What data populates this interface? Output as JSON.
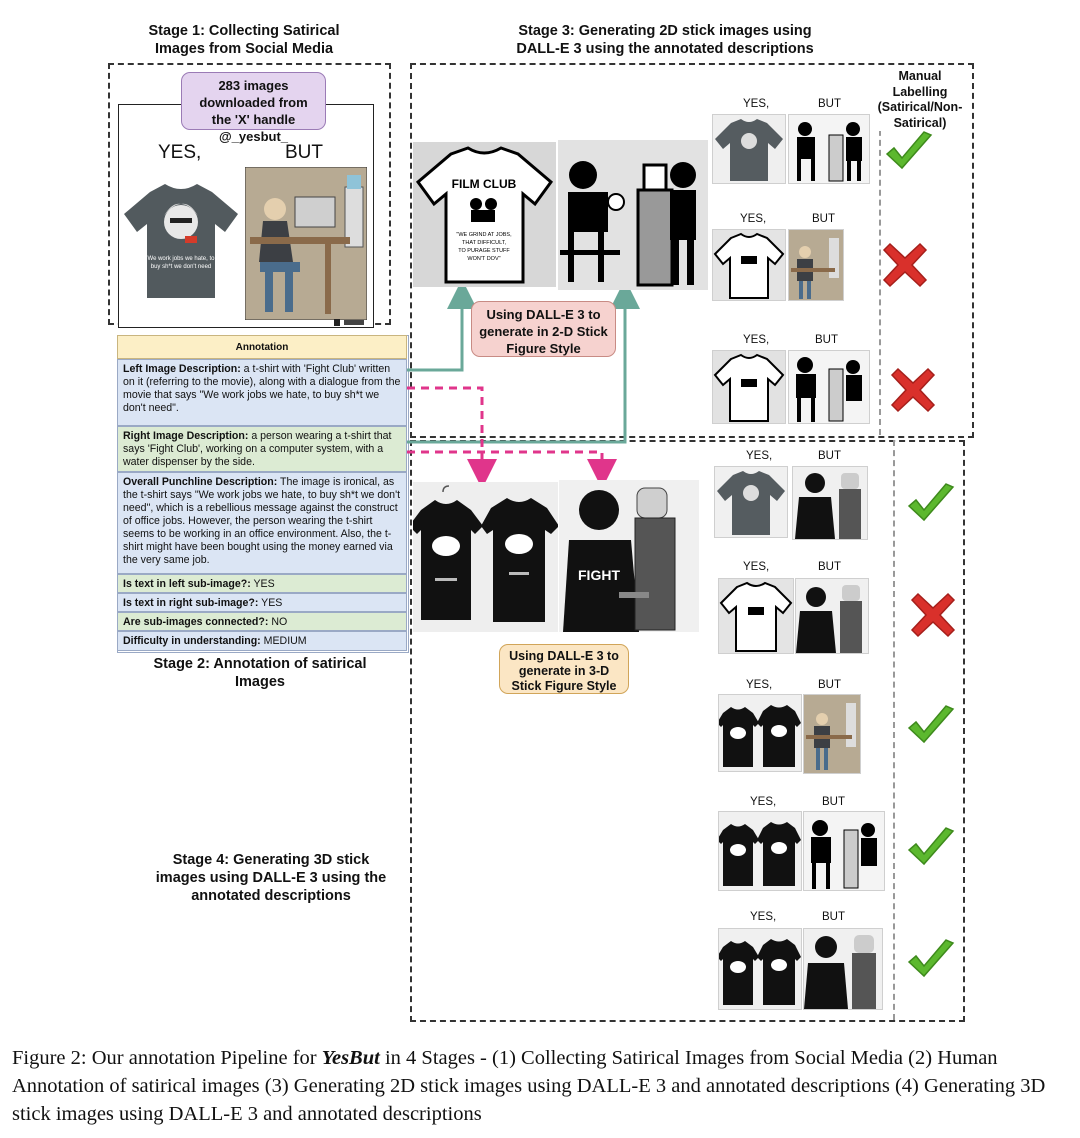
{
  "stage1": {
    "title": "Stage 1: Collecting Satirical Images from Social Media",
    "source_box": "283 images downloaded from the 'X' handle @_yesbut_",
    "yes_label": "YES,",
    "but_label": "BUT"
  },
  "stage2": {
    "title": "Stage 2: Annotation of satirical Images",
    "annotation_header": "Annotation",
    "left_desc_label": "Left Image Description:",
    "left_desc_text": " a t-shirt with 'Fight Club' written on it (referring to the movie), along with a dialogue from the movie that says \"We work jobs we hate, to buy sh*t we don't need\".",
    "right_desc_label": "Right Image Description:",
    "right_desc_text": " a person wearing a t-shirt that says 'Fight Club', working on a computer system, with a water dispenser by the side.",
    "punch_label": "Overall Punchline Description:",
    "punch_text": " The image is ironical, as the t-shirt says \"We work jobs we hate, to buy sh*t we don't need\", which is a rebellious message against the construct of office jobs. However, the person wearing the t-shirt seems to be working in an office environment. Also, the t-shirt might have been bought using the money earned via the very same job.",
    "q1_label": "Is text in left sub-image?:",
    "q1_value": " YES",
    "q2_label": "Is text in right sub-image?:",
    "q2_value": " YES",
    "q3_label": "Are sub-images connected?:",
    "q3_value": " NO",
    "q4_label": "Difficulty in understanding:",
    "q4_value": " MEDIUM"
  },
  "stage3": {
    "title": "Stage 3: Generating 2D stick images using DALL-E 3 using the annotated descriptions",
    "dalle_box": "Using DALL-E 3 to generate in 2-D Stick Figure Style",
    "manual_label": "Manual Labelling (Satirical/Non-Satirical)",
    "film_club": "FILM CLUB",
    "shirt_quote": "\"WE GRIND AT JOBS, THAT DIFFICULT, TO PURAGE STUFF WON'T DOV\""
  },
  "stage4": {
    "title": "Stage 4: Generating 3D stick images using DALL-E 3 using the annotated descriptions",
    "dalle_box": "Using DALL-E 3 to generate in 3-D Stick Figure Style"
  },
  "results_2d": [
    {
      "yes": "YES,",
      "but": "BUT",
      "label": "check"
    },
    {
      "yes": "YES,",
      "but": "BUT",
      "label": "cross"
    },
    {
      "yes": "YES,",
      "but": "BUT",
      "label": "cross"
    }
  ],
  "results_3d": [
    {
      "yes": "YES,",
      "but": "BUT",
      "label": "check"
    },
    {
      "yes": "YES,",
      "but": "BUT",
      "label": "cross"
    },
    {
      "yes": "YES,",
      "but": "BUT",
      "label": "check"
    },
    {
      "yes": "YES,",
      "but": "BUT",
      "label": "check"
    },
    {
      "yes": "YES,",
      "but": "BUT",
      "label": "check"
    }
  ],
  "caption": {
    "prefix": "Figure 2: Our annotation Pipeline for ",
    "name": "YesBut",
    "rest": " in 4 Stages - (1) Collecting Satirical Images from Social Media (2) Human Annotation of satirical images (3) Generating 2D stick images using DALL-E 3 and annotated descriptions (4) Generating 3D stick images using DALL-E 3 and annotated descriptions"
  },
  "colors": {
    "check": "#5cb82e",
    "cross": "#d9302b",
    "arrow_teal": "#6aa899",
    "arrow_pink": "#e0358b",
    "purple_box": "#e4d4ef",
    "pink_box": "#f6d2cf",
    "orange_box": "#fbe6c4",
    "annotation_header": "#fcefc6"
  }
}
